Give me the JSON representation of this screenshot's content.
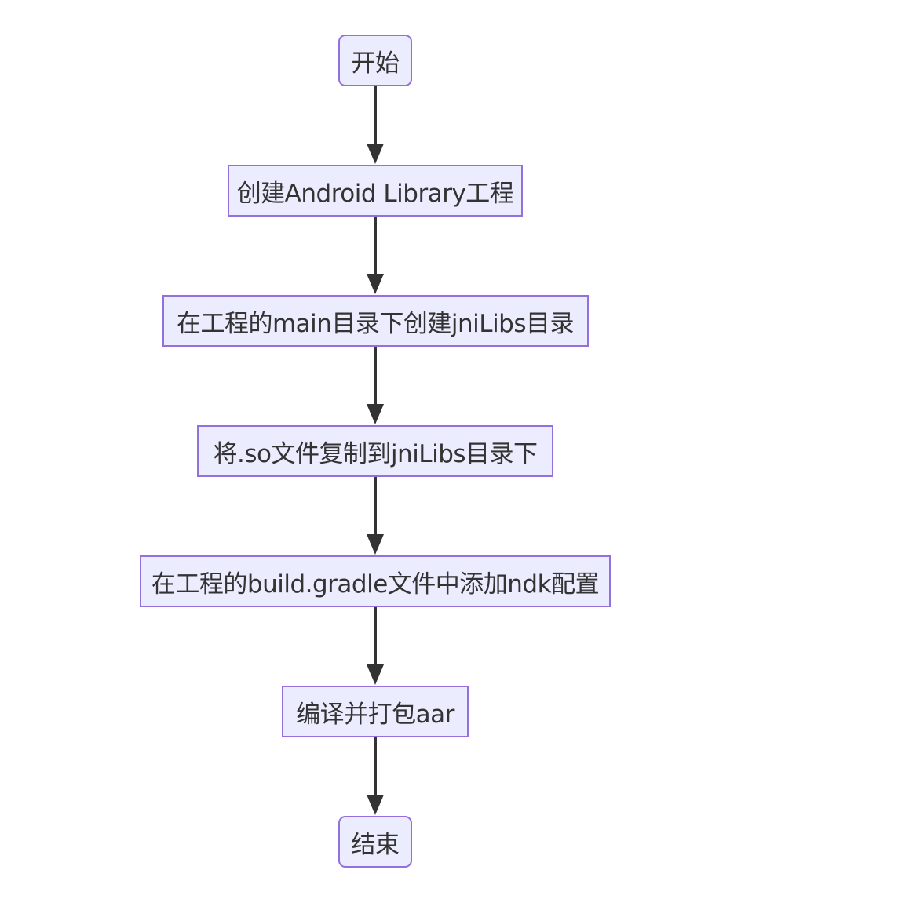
{
  "colors": {
    "node_fill": "#ececff",
    "node_border": "#9370db",
    "edge": "#333333",
    "text": "#333333",
    "background": "#ffffff"
  },
  "flowchart": {
    "nodes": [
      {
        "id": "start",
        "label": "开始",
        "shape": "rounded"
      },
      {
        "id": "create-project",
        "label": "创建Android Library工程",
        "shape": "rect"
      },
      {
        "id": "create-jnilibs",
        "label": "在工程的main目录下创建jniLibs目录",
        "shape": "rect"
      },
      {
        "id": "copy-so",
        "label": "将.so文件复制到jniLibs目录下",
        "shape": "rect"
      },
      {
        "id": "add-ndk-config",
        "label": "在工程的build.gradle文件中添加ndk配置",
        "shape": "rect"
      },
      {
        "id": "build-aar",
        "label": "编译并打包aar",
        "shape": "rect"
      },
      {
        "id": "end",
        "label": "结束",
        "shape": "rounded"
      }
    ],
    "edges": [
      {
        "from": "start",
        "to": "create-project"
      },
      {
        "from": "create-project",
        "to": "create-jnilibs"
      },
      {
        "from": "create-jnilibs",
        "to": "copy-so"
      },
      {
        "from": "copy-so",
        "to": "add-ndk-config"
      },
      {
        "from": "add-ndk-config",
        "to": "build-aar"
      },
      {
        "from": "build-aar",
        "to": "end"
      }
    ]
  }
}
